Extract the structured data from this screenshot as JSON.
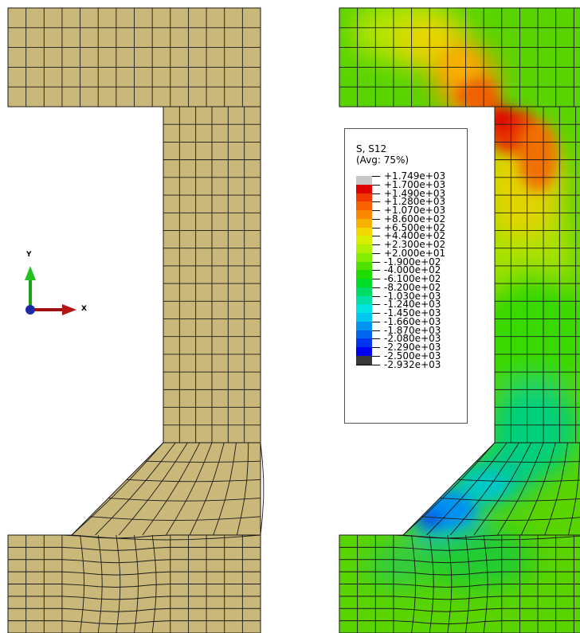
{
  "legend": {
    "title": "S, S12",
    "subtitle": "(Avg: 75%)",
    "values": [
      "+1.749e+03",
      "+1.700e+03",
      "+1.490e+03",
      "+1.280e+03",
      "+1.070e+03",
      "+8.600e+02",
      "+6.500e+02",
      "+4.400e+02",
      "+2.300e+02",
      "+2.000e+01",
      "-1.900e+02",
      "-4.000e+02",
      "-6.100e+02",
      "-8.200e+02",
      "-1.030e+03",
      "-1.240e+03",
      "-1.450e+03",
      "-1.660e+03",
      "-1.870e+03",
      "-2.080e+03",
      "-2.290e+03",
      "-2.500e+03",
      "-2.932e+03"
    ],
    "colors": [
      "#c8c8c8",
      "#e00000",
      "#f03800",
      "#f86000",
      "#fa8800",
      "#f8b000",
      "#f0d800",
      "#d8f000",
      "#b0f000",
      "#84ec00",
      "#50e000",
      "#1edc00",
      "#00dc28",
      "#00dc64",
      "#00e0a8",
      "#00e4e0",
      "#00c8f0",
      "#0094f0",
      "#0064ec",
      "#0034f0",
      "#0000f0",
      "#383838"
    ]
  },
  "triad": {
    "x_label": "X",
    "y_label": "Y"
  },
  "colors": {
    "mesh_fill": "#c9b87a",
    "mesh_line": "#1a1a1a"
  }
}
